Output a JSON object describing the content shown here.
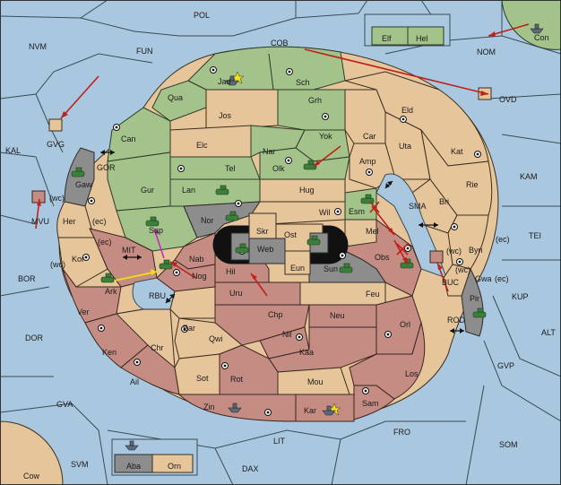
{
  "map": {
    "regions": [
      {
        "id": "POL",
        "label": "POL"
      },
      {
        "id": "NVM",
        "label": "NVM"
      },
      {
        "id": "FUN",
        "label": "FUN"
      },
      {
        "id": "COB",
        "label": "COB"
      },
      {
        "id": "Elf",
        "label": "Elf"
      },
      {
        "id": "Hel",
        "label": "Hel"
      },
      {
        "id": "NOM",
        "label": "NOM"
      },
      {
        "id": "Con",
        "label": "Con"
      },
      {
        "id": "OVD",
        "label": "OVD"
      },
      {
        "id": "KAL",
        "label": "KAL"
      },
      {
        "id": "GVG",
        "label": "GVG"
      },
      {
        "id": "GOR",
        "label": "GOR"
      },
      {
        "id": "Gaw",
        "label": "Gaw"
      },
      {
        "id": "MVU",
        "label": "MVU"
      },
      {
        "id": "wc1",
        "label": "(wc)"
      },
      {
        "id": "Her",
        "label": "Her"
      },
      {
        "id": "ec1",
        "label": "(ec)"
      },
      {
        "id": "MIT",
        "label": "MIT"
      },
      {
        "id": "ec2",
        "label": "(ec)"
      },
      {
        "id": "Kor",
        "label": "Kor"
      },
      {
        "id": "wc2",
        "label": "(wc)"
      },
      {
        "id": "BOR",
        "label": "BOR"
      },
      {
        "id": "Ark",
        "label": "Ark"
      },
      {
        "id": "RBU",
        "label": "RBU"
      },
      {
        "id": "Ver",
        "label": "Ver"
      },
      {
        "id": "DOR",
        "label": "DOR"
      },
      {
        "id": "Ken",
        "label": "Ken"
      },
      {
        "id": "Chr",
        "label": "Chr"
      },
      {
        "id": "Ail",
        "label": "Ail"
      },
      {
        "id": "GVA",
        "label": "GVA"
      },
      {
        "id": "Jad",
        "label": "Jad"
      },
      {
        "id": "Sch",
        "label": "Sch"
      },
      {
        "id": "Qua",
        "label": "Qua"
      },
      {
        "id": "Jos",
        "label": "Jos"
      },
      {
        "id": "Grh",
        "label": "Grh"
      },
      {
        "id": "Eld",
        "label": "Eld"
      },
      {
        "id": "Can",
        "label": "Can"
      },
      {
        "id": "Elc",
        "label": "Elc"
      },
      {
        "id": "Yok",
        "label": "Yok"
      },
      {
        "id": "Car",
        "label": "Car"
      },
      {
        "id": "Uta",
        "label": "Uta"
      },
      {
        "id": "Kat",
        "label": "Kat"
      },
      {
        "id": "Nar",
        "label": "Nar"
      },
      {
        "id": "Tel",
        "label": "Tel"
      },
      {
        "id": "Olk",
        "label": "Olk"
      },
      {
        "id": "Amp",
        "label": "Amp"
      },
      {
        "id": "KAM",
        "label": "KAM"
      },
      {
        "id": "Gur",
        "label": "Gur"
      },
      {
        "id": "Lan",
        "label": "Lan"
      },
      {
        "id": "Hug",
        "label": "Hug"
      },
      {
        "id": "Rie",
        "label": "Rie"
      },
      {
        "id": "Bri",
        "label": "Bri"
      },
      {
        "id": "SMA",
        "label": "SMA"
      },
      {
        "id": "Esm",
        "label": "Esm"
      },
      {
        "id": "Nor",
        "label": "Nor"
      },
      {
        "id": "Wil",
        "label": "Wil"
      },
      {
        "id": "Sap",
        "label": "Sap"
      },
      {
        "id": "Skr",
        "label": "Skr"
      },
      {
        "id": "Ost",
        "label": "Ost"
      },
      {
        "id": "Mel",
        "label": "Mel"
      },
      {
        "id": "Web",
        "label": "Web"
      },
      {
        "id": "Byn",
        "label": "Byn"
      },
      {
        "id": "ec3",
        "label": "(ec)"
      },
      {
        "id": "TEI",
        "label": "TEI"
      },
      {
        "id": "wc3",
        "label": "(wc)"
      },
      {
        "id": "Nab",
        "label": "Nab"
      },
      {
        "id": "Eun",
        "label": "Eun"
      },
      {
        "id": "Sun",
        "label": "Sun"
      },
      {
        "id": "Obs",
        "label": "Obs"
      },
      {
        "id": "BUC",
        "label": "BUC"
      },
      {
        "id": "wc4",
        "label": "(wc)"
      },
      {
        "id": "Gwa",
        "label": "Gwa"
      },
      {
        "id": "ec4",
        "label": "(ec)"
      },
      {
        "id": "Hil",
        "label": "Hil"
      },
      {
        "id": "Nog",
        "label": "Nog"
      },
      {
        "id": "KUP",
        "label": "KUP"
      },
      {
        "id": "Uru",
        "label": "Uru"
      },
      {
        "id": "Feu",
        "label": "Feu"
      },
      {
        "id": "Pir",
        "label": "Pir"
      },
      {
        "id": "Chp",
        "label": "Chp"
      },
      {
        "id": "Neu",
        "label": "Neu"
      },
      {
        "id": "Bar",
        "label": "Bar"
      },
      {
        "id": "Qwi",
        "label": "Qwi"
      },
      {
        "id": "Nil",
        "label": "Nil"
      },
      {
        "id": "Orl",
        "label": "Orl"
      },
      {
        "id": "ROD",
        "label": "ROD"
      },
      {
        "id": "ALT",
        "label": "ALT"
      },
      {
        "id": "Kaa",
        "label": "Kaa"
      },
      {
        "id": "GVP",
        "label": "GVP"
      },
      {
        "id": "Los",
        "label": "Los"
      },
      {
        "id": "Sot",
        "label": "Sot"
      },
      {
        "id": "Rot",
        "label": "Rot"
      },
      {
        "id": "Mou",
        "label": "Mou"
      },
      {
        "id": "Zin",
        "label": "Zin"
      },
      {
        "id": "Kar",
        "label": "Kar"
      },
      {
        "id": "Sam",
        "label": "Sam"
      },
      {
        "id": "FRO",
        "label": "FRO"
      },
      {
        "id": "LIT",
        "label": "LIT"
      },
      {
        "id": "SOM",
        "label": "SOM"
      },
      {
        "id": "Aba",
        "label": "Aba"
      },
      {
        "id": "Orn",
        "label": "Orn"
      },
      {
        "id": "SVM",
        "label": "SVM"
      },
      {
        "id": "DAX",
        "label": "DAX"
      },
      {
        "id": "Cow",
        "label": "Cow"
      }
    ]
  },
  "colors": {
    "sea": "#a9c8df",
    "green": "#a3c38a",
    "tan": "#e6c59a",
    "red": "#c48c83",
    "gray": "#8d8d8d",
    "order_arrow": "#c0201a",
    "support_arrow": "#f0e010",
    "convoy_arrow": "#c030b0"
  },
  "icons": [
    "tank-icon",
    "fleet-icon",
    "supply-center-icon",
    "home-star-icon",
    "bounce-x-icon"
  ]
}
